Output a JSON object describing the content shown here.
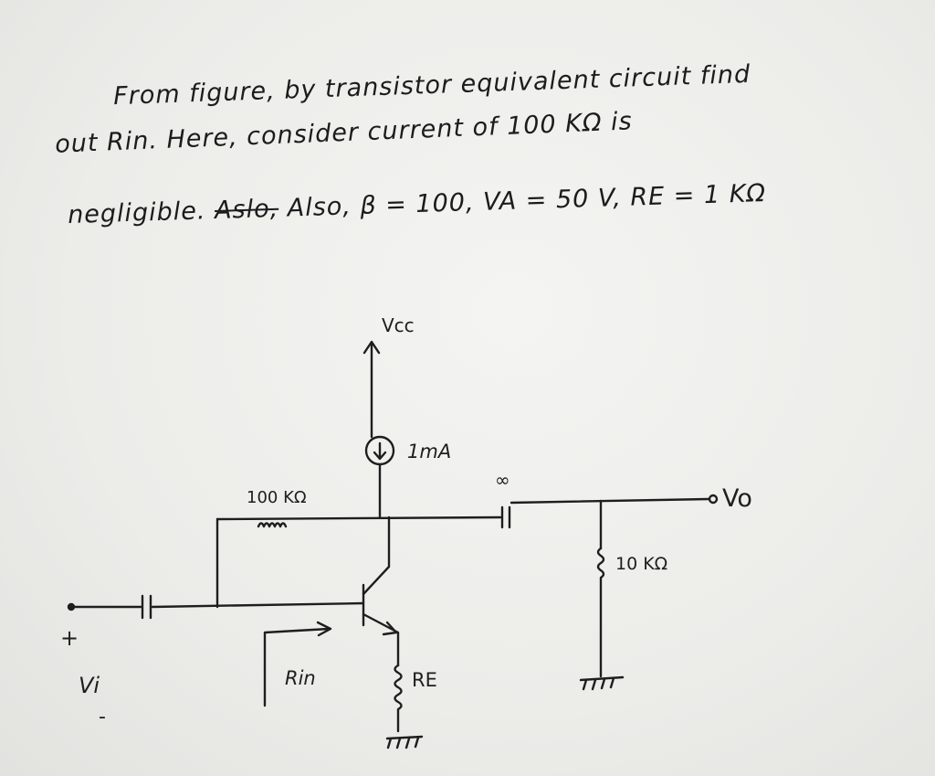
{
  "problem": {
    "line1": "From figure, by transistor equivalent circuit find",
    "line2": "out Rin. Here, consider current of 100 KΩ is",
    "line3_prefix": "negligible.",
    "line3_struck": "Aslo,",
    "line3_rest": "Also, β = 100, VA = 50 V, RE = 1 KΩ"
  },
  "circuit": {
    "vcc": "Vcc",
    "current_source": "1mA",
    "feedback_resistor": "100 KΩ",
    "coupling_cap": "∞",
    "output": "Vo",
    "load_resistor": "10 KΩ",
    "input_plus": "+",
    "input_label": "Vi",
    "input_minus": "-",
    "rin_label": "Rin",
    "emitter_resistor": "RE"
  }
}
